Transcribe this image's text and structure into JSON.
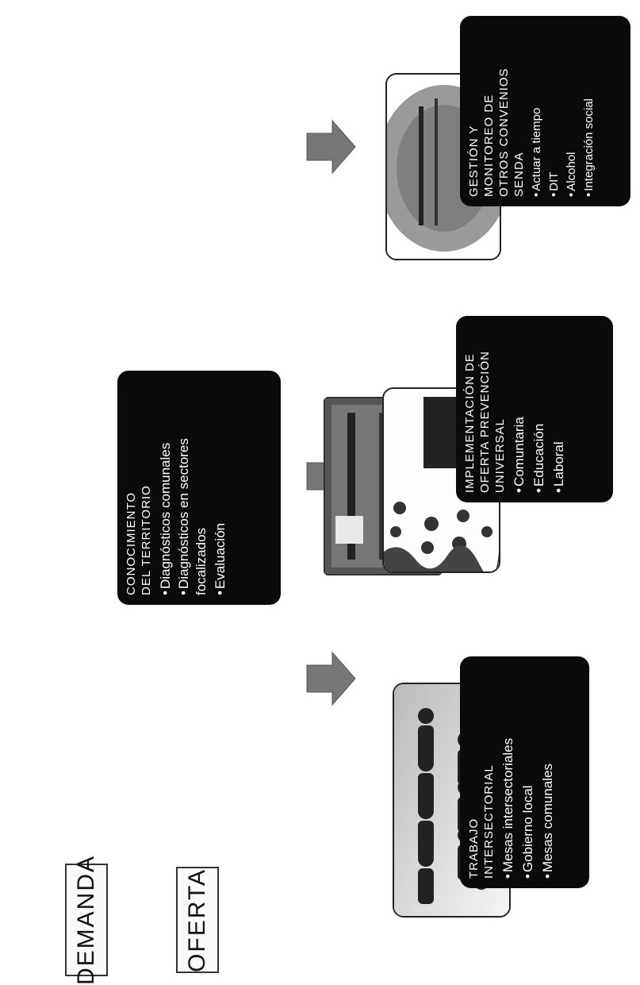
{
  "labels": {
    "demanda": "DEMANDA",
    "oferta": "OFERTA"
  },
  "cards": {
    "trabajo": {
      "title": "TRABAJO INTERSECTORIAL",
      "items": [
        "Mesas intersectoriales",
        "Gobierno local",
        "Mesas comunales"
      ]
    },
    "conocimiento": {
      "title": "CONOCIMIENTO DEL TERRITORIO",
      "items": [
        "Diagnósticos comunales",
        "Diagnósticos en sectores focalizados",
        "Evaluación"
      ]
    },
    "implementacion": {
      "title": "IMPLEMENTACIÓN DE OFERTA PREVENCIÓN UNIVERSAL",
      "items": [
        "Comuntaria",
        "Educación",
        "Laboral"
      ]
    },
    "gestion": {
      "title": "GESTIÓN Y MONITOREO DE OTROS CONVENIOS SENDA",
      "items": [
        "Actuar a tiempo",
        "DIT",
        "Alcohol",
        "Integración social"
      ]
    }
  },
  "colors": {
    "card_bg": "#0a0a0a",
    "card_text": "#ffffff",
    "border": "#222222"
  }
}
